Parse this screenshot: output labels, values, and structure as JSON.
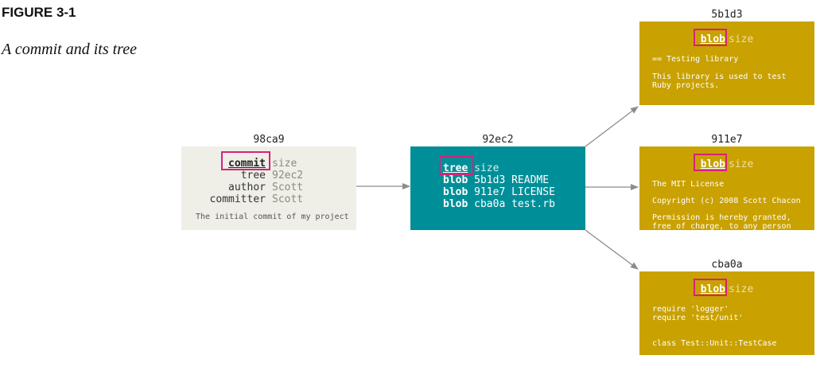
{
  "figure": {
    "label": "FIGURE 3-1",
    "caption": "A commit and its tree"
  },
  "commit": {
    "id": "98ca9",
    "rows": [
      {
        "key": "commit",
        "value": "size"
      },
      {
        "key": "tree",
        "value": "92ec2"
      },
      {
        "key": "author",
        "value": "Scott"
      },
      {
        "key": "committer",
        "value": "Scott"
      }
    ],
    "message": "The initial commit of my project"
  },
  "tree": {
    "id": "92ec2",
    "header_key": "tree",
    "header_value": "size",
    "entries": [
      {
        "type": "blob",
        "hash": "5b1d3",
        "name": "README"
      },
      {
        "type": "blob",
        "hash": "911e7",
        "name": "LICENSE"
      },
      {
        "type": "blob",
        "hash": "cba0a",
        "name": "test.rb"
      }
    ]
  },
  "blobs": [
    {
      "id": "5b1d3",
      "header_key": "blob",
      "header_value": "size",
      "lines": [
        "== Testing library",
        "",
        "This library is used to test",
        "Ruby projects."
      ]
    },
    {
      "id": "911e7",
      "header_key": "blob",
      "header_value": "size",
      "lines": [
        "The MIT License",
        "",
        "Copyright (c) 2008 Scott Chacon",
        "",
        "Permission is hereby granted,",
        "free of charge, to any person"
      ]
    },
    {
      "id": "cba0a",
      "header_key": "blob",
      "header_value": "size",
      "lines": [
        "require 'logger'",
        "require 'test/unit'",
        "",
        "",
        "class Test::Unit::TestCase"
      ]
    }
  ],
  "colors": {
    "commit_box": "#efefe8",
    "tree_box": "#008f99",
    "blob_box": "#c9a100",
    "highlight": "#d6227a",
    "arrow": "#8c8c8c"
  }
}
